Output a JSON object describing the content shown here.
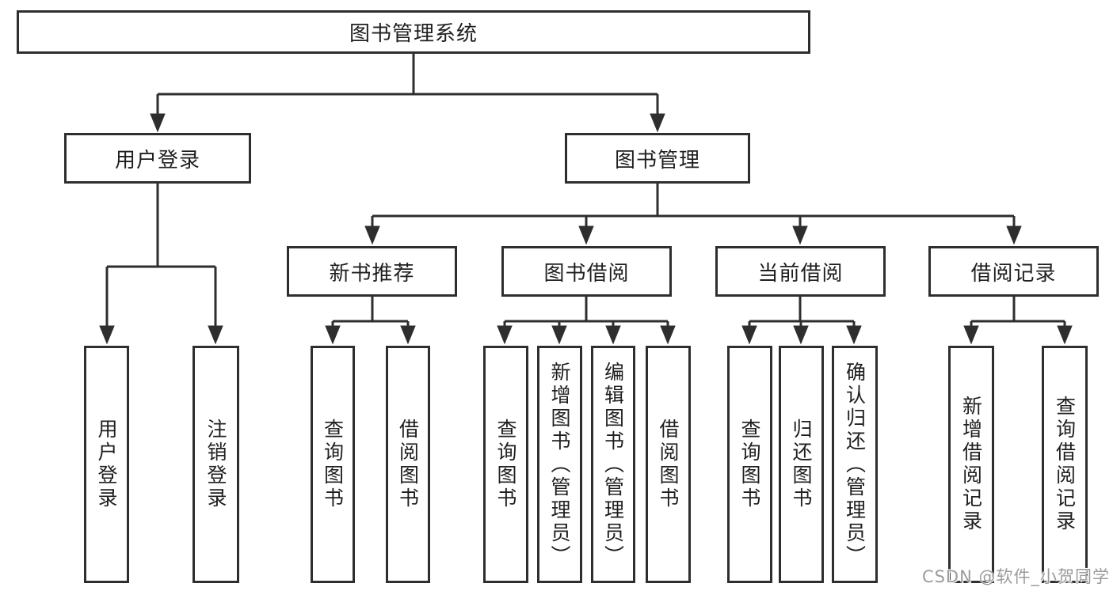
{
  "tree": {
    "root": "图书管理系统",
    "user_login": {
      "label": "用户登录",
      "children": [
        "用户登录",
        "注销登录"
      ]
    },
    "book_management": {
      "label": "图书管理",
      "modules": [
        {
          "label": "新书推荐",
          "children": [
            "查询图书",
            "借阅图书"
          ]
        },
        {
          "label": "图书借阅",
          "children": [
            "查询图书",
            "新增图书（管理员）",
            "编辑图书（管理员）",
            "借阅图书"
          ]
        },
        {
          "label": "当前借阅",
          "children": [
            "查询图书",
            "归还图书",
            "确认归还（管理员）"
          ]
        },
        {
          "label": "借阅记录",
          "children": [
            "新增借阅记录",
            "查询借阅记录"
          ]
        }
      ]
    }
  },
  "watermark": "CSDN @软件_小贺同学",
  "colors": {
    "line": "#2e2e2e",
    "text": "#1f1f1f",
    "background": "#ffffff",
    "watermark": "#9b9b9b"
  }
}
